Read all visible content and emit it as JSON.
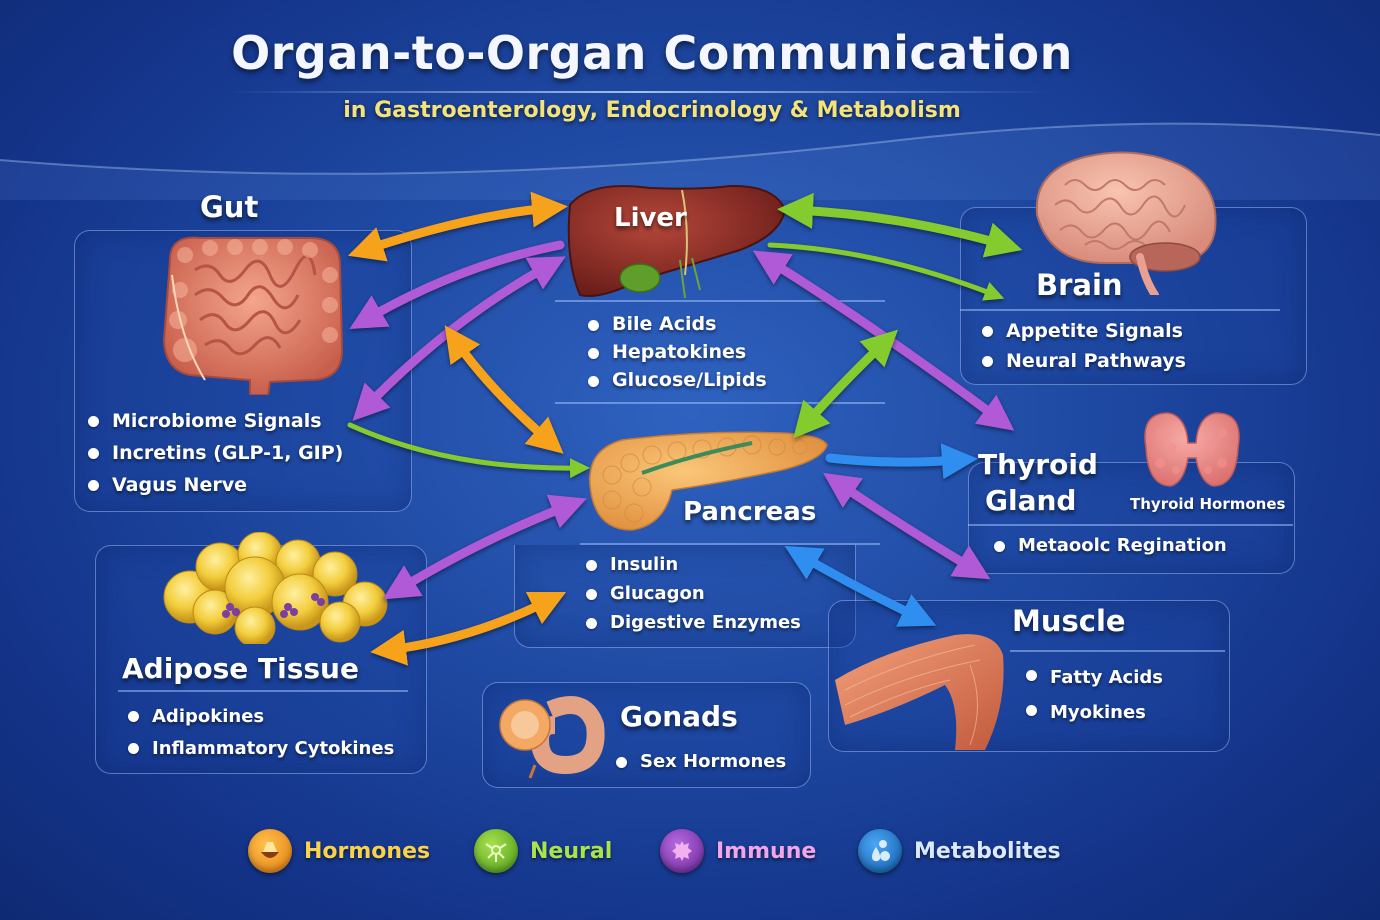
{
  "header": {
    "title": "Organ-to-Organ Communication",
    "subtitle": "in Gastroenterology, Endocrinology & Metabolism"
  },
  "organs": {
    "gut": {
      "name": "Gut",
      "items": [
        "Microbiome Signals",
        "Incretins (GLP-1, GIP)",
        "Vagus Nerve"
      ]
    },
    "liver": {
      "name": "Liver",
      "items": [
        "Bile Acids",
        "Hepatokines",
        "Glucose/Lipids"
      ]
    },
    "brain": {
      "name": "Brain",
      "items": [
        "Appetite Signals",
        "Neural Pathways"
      ]
    },
    "thyroid": {
      "name_line1": "Thyroid",
      "name_line2": "Gland",
      "side_label": "Thyroid Hormones",
      "items": [
        "Metaoolc Regination"
      ]
    },
    "pancreas": {
      "name": "Pancreas",
      "items": [
        "Insulin",
        "Glucagon",
        "Digestive Enzymes"
      ]
    },
    "adipose": {
      "name": "Adipose Tissue",
      "items": [
        "Adipokines",
        "Inflammatory Cytokines"
      ]
    },
    "gonads": {
      "name": "Gonads",
      "items": [
        "Sex Hormones"
      ]
    },
    "muscle": {
      "name": "Muscle",
      "items": [
        "Fatty Acids",
        "Myokines"
      ]
    }
  },
  "connections": [
    {
      "from": "gut",
      "to": "liver",
      "type": "hormones",
      "bidirectional": true
    },
    {
      "from": "liver",
      "to": "gut",
      "type": "immune",
      "bidirectional": false
    },
    {
      "from": "gut",
      "to": "liver",
      "type": "immune",
      "bidirectional": true
    },
    {
      "from": "liver",
      "to": "pancreas",
      "type": "hormones",
      "bidirectional": true
    },
    {
      "from": "liver",
      "to": "brain",
      "type": "neural",
      "bidirectional": true
    },
    {
      "from": "liver",
      "to": "brain",
      "type": "neural",
      "bidirectional": false
    },
    {
      "from": "liver",
      "to": "thyroid",
      "type": "immune",
      "bidirectional": true
    },
    {
      "from": "pancreas",
      "to": "liver",
      "type": "neural",
      "bidirectional": true
    },
    {
      "from": "gut",
      "to": "pancreas",
      "type": "neural",
      "bidirectional": false
    },
    {
      "from": "pancreas",
      "to": "thyroid",
      "type": "metabolites",
      "bidirectional": false
    },
    {
      "from": "pancreas",
      "to": "thyroid",
      "type": "immune",
      "bidirectional": true
    },
    {
      "from": "pancreas",
      "to": "muscle",
      "type": "metabolites",
      "bidirectional": true
    },
    {
      "from": "adipose",
      "to": "pancreas",
      "type": "immune",
      "bidirectional": true
    },
    {
      "from": "adipose",
      "to": "pancreas",
      "type": "hormones",
      "bidirectional": true
    }
  ],
  "legend": [
    {
      "label": "Hormones",
      "icon": "hormone-gland-icon",
      "color": "#f5a21a",
      "text_color": "#f7d24a"
    },
    {
      "label": "Neural",
      "icon": "neuron-icon",
      "color": "#6fbf2a",
      "text_color": "#a8e44a"
    },
    {
      "label": "Immune",
      "icon": "immune-cell-icon",
      "color": "#8a3fbf",
      "text_color": "#f0a6e8"
    },
    {
      "label": "Metabolites",
      "icon": "metabolite-drops-icon",
      "color": "#1f78d6",
      "text_color": "#dbe9ff"
    }
  ],
  "colors": {
    "hormones": "#f7a21b",
    "neural": "#84cc2e",
    "immune": "#b05ad8",
    "metabolites": "#2f8ef0",
    "subtitle": "#f3e37a"
  }
}
